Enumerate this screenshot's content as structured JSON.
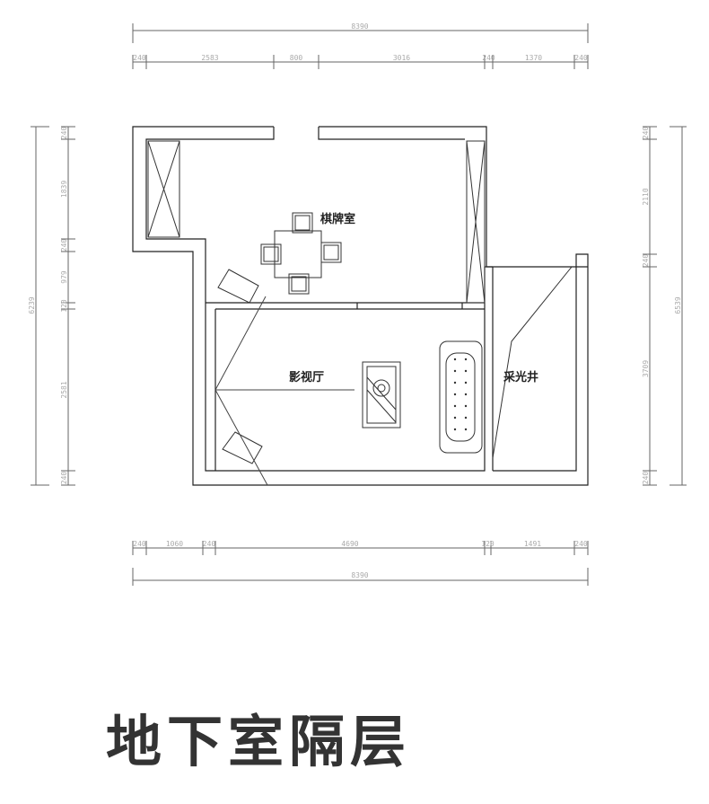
{
  "title": "地下室隔层",
  "rooms": {
    "chess_room": "棋牌室",
    "theater": "影视厅",
    "light_well": "采光井"
  },
  "dims": {
    "top_total": "8390",
    "top": [
      "240",
      "2583",
      "800",
      "3016",
      "240",
      "1370",
      "240"
    ],
    "bottom": [
      "240",
      "1060",
      "240",
      "4690",
      "120",
      "1491",
      "240"
    ],
    "bottom_total": "8390",
    "left": [
      "240",
      "1839",
      "240",
      "979",
      "120",
      "2581",
      "240"
    ],
    "left_total": "6239",
    "right": [
      "240",
      "2110",
      "240",
      "3709",
      "240"
    ],
    "right_total": "6539"
  }
}
